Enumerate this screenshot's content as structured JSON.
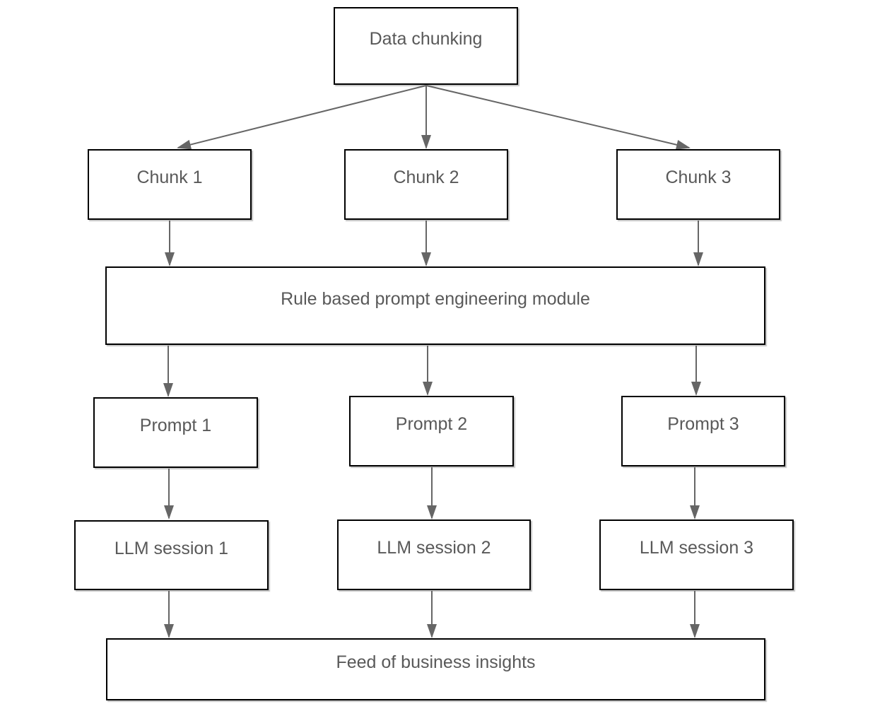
{
  "diagram": {
    "background_color": "#ffffff",
    "node_fill_color": "#ffffff",
    "node_border_color": "#000000",
    "text_color": "#595959",
    "arrow_color": "#666666",
    "nodes": [
      {
        "id": "data_chunking",
        "label": "Data chunking"
      },
      {
        "id": "chunk_1",
        "label": "Chunk 1"
      },
      {
        "id": "chunk_2",
        "label": "Chunk 2"
      },
      {
        "id": "chunk_3",
        "label": "Chunk 3"
      },
      {
        "id": "rule_module",
        "label": "Rule based prompt engineering module"
      },
      {
        "id": "prompt_1",
        "label": "Prompt 1"
      },
      {
        "id": "prompt_2",
        "label": "Prompt 2"
      },
      {
        "id": "prompt_3",
        "label": "Prompt 3"
      },
      {
        "id": "llm_session_1",
        "label": "LLM session 1"
      },
      {
        "id": "llm_session_2",
        "label": "LLM session 2"
      },
      {
        "id": "llm_session_3",
        "label": "LLM session 3"
      },
      {
        "id": "feed",
        "label": "Feed of business insights"
      }
    ],
    "edges": [
      {
        "from": "data_chunking",
        "to": "chunk_1"
      },
      {
        "from": "data_chunking",
        "to": "chunk_2"
      },
      {
        "from": "data_chunking",
        "to": "chunk_3"
      },
      {
        "from": "chunk_1",
        "to": "rule_module"
      },
      {
        "from": "chunk_2",
        "to": "rule_module"
      },
      {
        "from": "chunk_3",
        "to": "rule_module"
      },
      {
        "from": "rule_module",
        "to": "prompt_1"
      },
      {
        "from": "rule_module",
        "to": "prompt_2"
      },
      {
        "from": "rule_module",
        "to": "prompt_3"
      },
      {
        "from": "prompt_1",
        "to": "llm_session_1"
      },
      {
        "from": "prompt_2",
        "to": "llm_session_2"
      },
      {
        "from": "prompt_3",
        "to": "llm_session_3"
      },
      {
        "from": "llm_session_1",
        "to": "feed"
      },
      {
        "from": "llm_session_2",
        "to": "feed"
      },
      {
        "from": "llm_session_3",
        "to": "feed"
      }
    ]
  }
}
